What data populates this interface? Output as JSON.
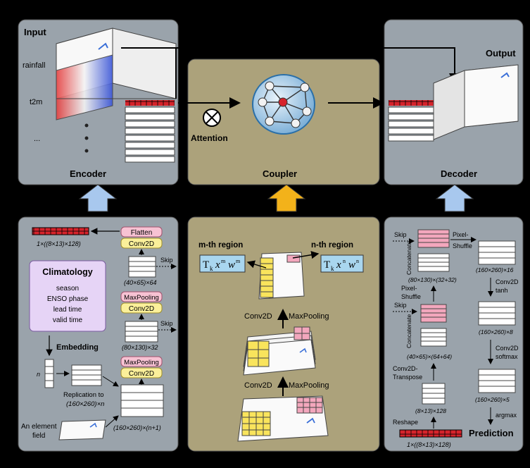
{
  "colors": {
    "panel_gray": "#9aa3ab",
    "panel_olive": "#aca27b",
    "arrow_blue": "#a8c8ee",
    "arrow_gold": "#f3b21a",
    "red": "#d6232b",
    "pink": "#f3a7bd",
    "yellow": "#f9e45c",
    "climatology_bg": "#e6d4f6"
  },
  "top": {
    "input_label": "Input",
    "rainfall_label": "rainfall",
    "t2m_label": "t2m",
    "ellipsis_label": "...",
    "encoder_label": "Encoder",
    "attention_label": "Attention",
    "coupler_label": "Coupler",
    "output_label": "Output",
    "decoder_label": "Decoder"
  },
  "encoder_detail": {
    "flatten_label": "Flatten",
    "conv2d_label": "Conv2D",
    "maxpool_label": "MaxPooling",
    "skip_label": "Skip",
    "flat_vector_label": "1×((8×13)×128)",
    "shape_40_65": "(40×65)×64",
    "shape_80_130": "(80×130)×32",
    "shape_160_n1": "(160×260)×(n+1)",
    "replication_label": "Replication to",
    "replication_shape": "(160×260)×n",
    "n_label": "n",
    "embedding_label": "Embedding",
    "element_field_label_1": "An element",
    "element_field_label_2": "field",
    "climatology": {
      "title": "Climatology",
      "items": [
        "season",
        "ENSO phase",
        "lead time",
        "valid time"
      ]
    }
  },
  "coupler_detail": {
    "m_region_label": "m-th region",
    "n_region_label": "n-th region",
    "formula_m": {
      "T": "T",
      "k": "k",
      "x": "x",
      "m": "m",
      "w": "w"
    },
    "formula_n": {
      "T": "T",
      "k": "k",
      "x": "x",
      "n": "n",
      "w": "w"
    },
    "conv2d_label": "Conv2D",
    "maxpool_label": "MaxPooling"
  },
  "decoder_detail": {
    "skip_label": "Skip",
    "pixel_shuffle_label_1": "Pixel-",
    "pixel_shuffle_label_2": "Shuffle",
    "concatenate_label": "Concatenate",
    "shape_160_16": "(160×260)×16",
    "conv2d_tanh_1": "Conv2D",
    "conv2d_tanh_2": "tanh",
    "shape_160_8": "(160×260)×8",
    "conv2d_softmax_1": "Conv2D",
    "conv2d_softmax_2": "softmax",
    "shape_160_5": "(160×260)×5",
    "argmax_label": "argmax",
    "prediction_label": "Prediction",
    "shape_80_130": "(80×130)×(32+32)",
    "shape_40_65": "(40×65)×(64+64)",
    "transpose_label_1": "Conv2D-",
    "transpose_label_2": "Transpose",
    "shape_8_13": "(8×13)×128",
    "reshape_label": "Reshape",
    "flat_vector_label": "1×((8×13)×128)"
  }
}
